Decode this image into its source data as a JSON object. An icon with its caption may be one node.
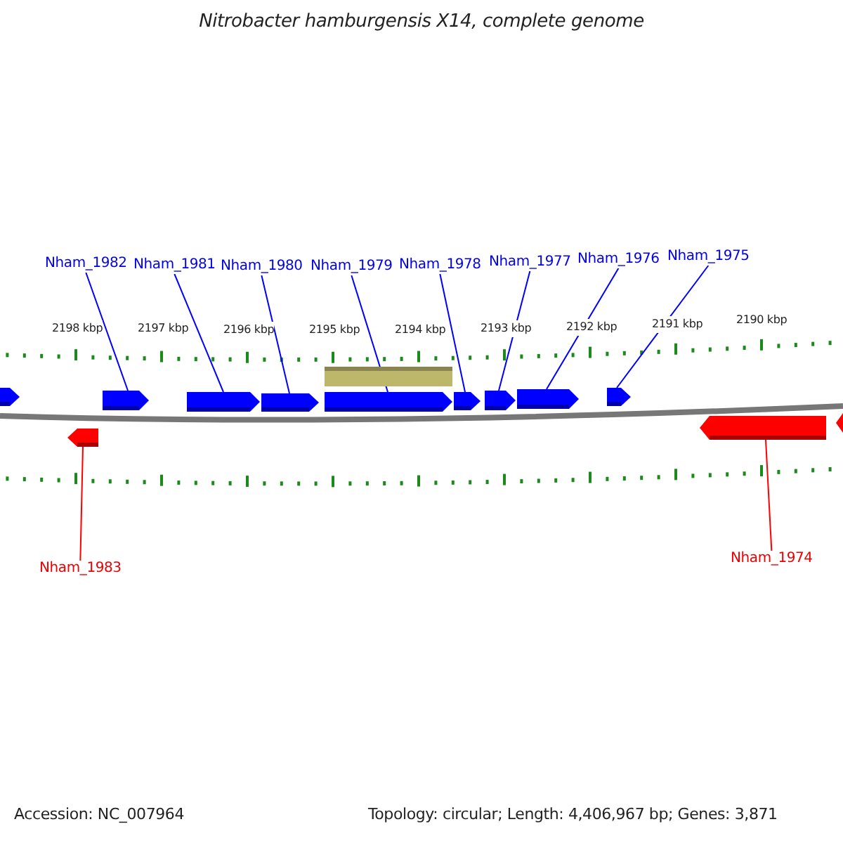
{
  "diagram": {
    "title": "Nitrobacter hamburgensis X14, complete genome",
    "nodes": [
      {
        "text": [
          "Nham_1982"
        ]
      },
      {
        "text": [
          "Nham_1981"
        ]
      },
      {
        "text": [
          "Nham_1980"
        ]
      },
      {
        "text": [
          "Nham_1979"
        ]
      },
      {
        "text": [
          "Nham_1978"
        ]
      },
      {
        "text": [
          "Nham_1977"
        ]
      },
      {
        "text": [
          "Nham_1976"
        ]
      },
      {
        "text": [
          "Nham_1975"
        ]
      },
      {
        "text": [],
        "shape": "arrow"
      },
      {
        "text": [],
        "shape": "arrow"
      },
      {
        "text": [],
        "shape": "arrow"
      },
      {
        "text": [],
        "shape": "arrow"
      },
      {
        "text": [],
        "shape": "bar"
      },
      {
        "text": [],
        "shape": "arrow"
      },
      {
        "text": [],
        "shape": "arrow"
      },
      {
        "text": [],
        "shape": "arrow"
      },
      {
        "text": [],
        "shape": "arrow"
      },
      {
        "text": [],
        "shape": "arrow"
      },
      {
        "text": [],
        "shape": "arrow"
      },
      {
        "text": [],
        "shape": "arrow"
      },
      {
        "text": [],
        "shape": "arrow"
      },
      {
        "text": [
          "Nham_1983"
        ]
      },
      {
        "text": [
          "Nham_1974"
        ]
      }
    ],
    "edges": [
      {
        "from": 0,
        "to": 9,
        "arrow": "none"
      },
      {
        "from": 1,
        "to": 10,
        "arrow": "none"
      },
      {
        "from": 2,
        "to": 11,
        "arrow": "none"
      },
      {
        "from": 3,
        "to": 13,
        "arrow": "none"
      },
      {
        "from": 4,
        "to": 14,
        "arrow": "none"
      },
      {
        "from": 5,
        "to": 15,
        "arrow": "none"
      },
      {
        "from": 6,
        "to": 16,
        "arrow": "none"
      },
      {
        "from": 7,
        "to": 17,
        "arrow": "none"
      },
      {
        "from": 21,
        "to": 18,
        "arrow": "none",
        "color": "#ff0000"
      },
      {
        "from": 22,
        "to": 19,
        "arrow": "none",
        "color": "#ff0000"
      }
    ],
    "labels": [
      "2198 kbp",
      "2197 kbp",
      "2196 kbp",
      "2195 kbp",
      "2194 kbp",
      "2193 kbp",
      "2192 kbp",
      "2191 kbp",
      "2190 kbp",
      "Accession: NC_007964",
      "Topology: circular; Length: 4,406,967 bp; Genes: 3,871"
    ]
  }
}
